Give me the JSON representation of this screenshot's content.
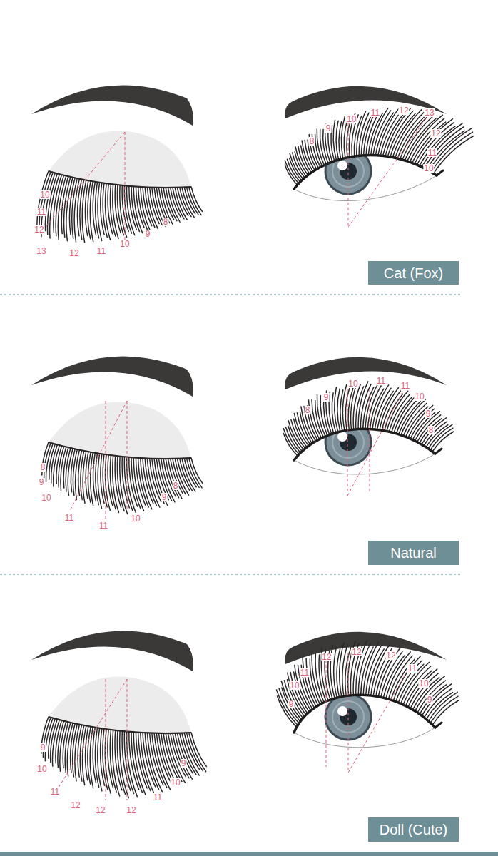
{
  "diagram": {
    "nodes": [
      {
        "text": [
          "Cat (Fox)"
        ]
      },
      {
        "text": [
          "Natural"
        ]
      },
      {
        "text": [
          "Doll (Cute)"
        ]
      }
    ],
    "labels": [
      "10",
      "11",
      "12",
      "13",
      "12",
      "11",
      "10",
      "9",
      "8",
      "8",
      "9",
      "10",
      "11",
      "12",
      "13",
      "12",
      "11",
      "10",
      "8",
      "9",
      "10",
      "11",
      "11",
      "10",
      "9",
      "8",
      "8",
      "9",
      "10",
      "11",
      "11",
      "10",
      "9",
      "8",
      "9",
      "10",
      "11",
      "12",
      "12",
      "12",
      "11",
      "10",
      "9",
      "9",
      "10",
      "11",
      "12",
      "12",
      "12",
      "11",
      "10",
      "9"
    ]
  }
}
